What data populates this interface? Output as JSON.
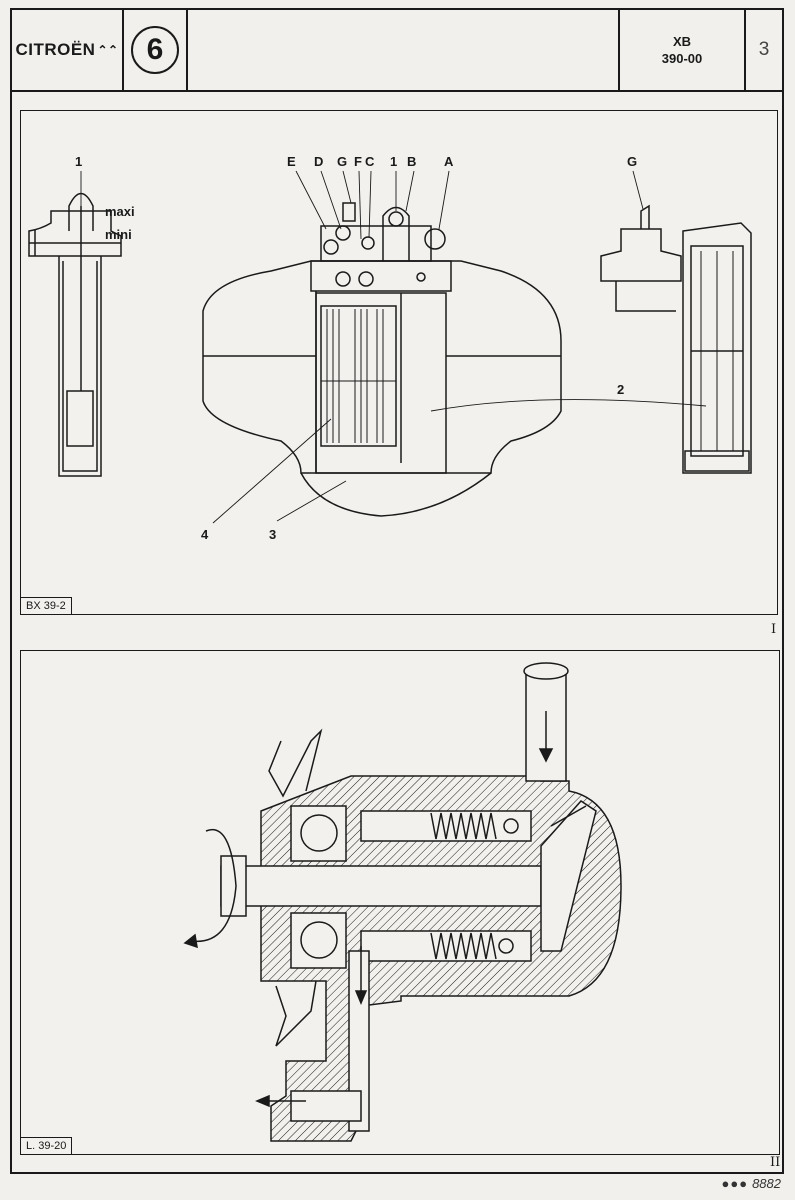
{
  "header": {
    "brand": "CITROËN",
    "chapter": "6",
    "model": "XB",
    "operation": "390-00",
    "page": "3"
  },
  "figure1": {
    "ref": "BX 39-2",
    "roman": "I",
    "labels": {
      "one_left": "1",
      "maxi": "maxi",
      "mini": "mini",
      "E": "E",
      "D": "D",
      "G": "G",
      "F": "F",
      "C": "C",
      "one_top": "1",
      "B": "B",
      "A": "A",
      "G_right": "G",
      "two": "2",
      "three": "3",
      "four": "4"
    }
  },
  "figure2": {
    "ref": "L. 39-20",
    "roman": "II"
  },
  "footer": {
    "dots": "●●●",
    "number": "8882"
  }
}
